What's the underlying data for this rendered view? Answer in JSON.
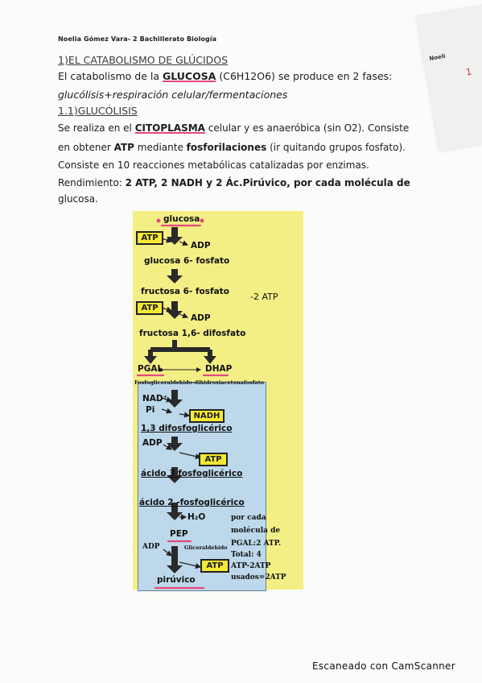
{
  "header": "Noelia Gómez Vara- 2 Bachillerato Biología",
  "corner_text": "Noeli",
  "corner_num": "1",
  "sections": {
    "title1": "1)EL CATABOLISMO DE GLÚCIDOS",
    "l1_a": "El catabolismo de la ",
    "l1_glucosa": "GLUCOSA",
    "l1_b": " (C6H12O6) se produce en 2 fases:",
    "l2": "glucólisis+respiración celular/fermentaciones",
    "title2": "1.1)GLUCÓLISIS",
    "l3_a": "Se realiza en el ",
    "l3_cito": "CITOPLASMA",
    "l3_b": " celular y es anaeróbica (sin O2). Consiste",
    "l4_a": "en obtener ",
    "l4_atp": "ATP",
    "l4_b": " mediante ",
    "l4_fos": "fosforilaciones",
    "l4_c": " (ir quitando grupos fosfato).",
    "l5": "Consiste en 10 reacciones metabólicas catalizadas por enzimas.",
    "l6_a": "Rendimiento: ",
    "l6_b": "2 ATP, 2 NADH y 2 Ác.Pirúvico, por cada molécula de",
    "l7": "glucosa."
  },
  "diagram": {
    "glucosa": "glucosa",
    "atp": "ATP",
    "adp": "ADP",
    "g6p": "glucosa 6- fosfato",
    "f6p": "fructosa 6- fosfato",
    "minus_atp": "-2 ATP",
    "f16": "fructosa 1,6- difosfato",
    "pgal": "PGAL",
    "dhap": "DHAP",
    "pgal_caption": "Fosfogliceraldehido-dihidroxiacetonafosfato",
    "nad": "NAD⁺",
    "pi": "Pi",
    "nadh": "NADH",
    "bpg": "1,3 difosfoglicérico",
    "pg3": "ácido 3 fosfoglicérico",
    "pg2": "ácido 2 -fosfoglicérico",
    "h2o": "H₂O",
    "pep": "PEP",
    "pep_note": "Gliceraldehido",
    "piruvico": "pirúvico",
    "note1": "por cada",
    "note2": "molécula de",
    "note3": "PGAL:2 ATP.",
    "note4": "Total: 4",
    "note5": "ATP-2ATP",
    "note6": "usados=2ATP"
  },
  "footer": "Escaneado con CamScanner",
  "colors": {
    "yellow_panel": "#f4ef85",
    "blue_panel": "#bcd8ea",
    "highlight_pink": "#e24a7c",
    "box_yellow": "#f4e934"
  }
}
